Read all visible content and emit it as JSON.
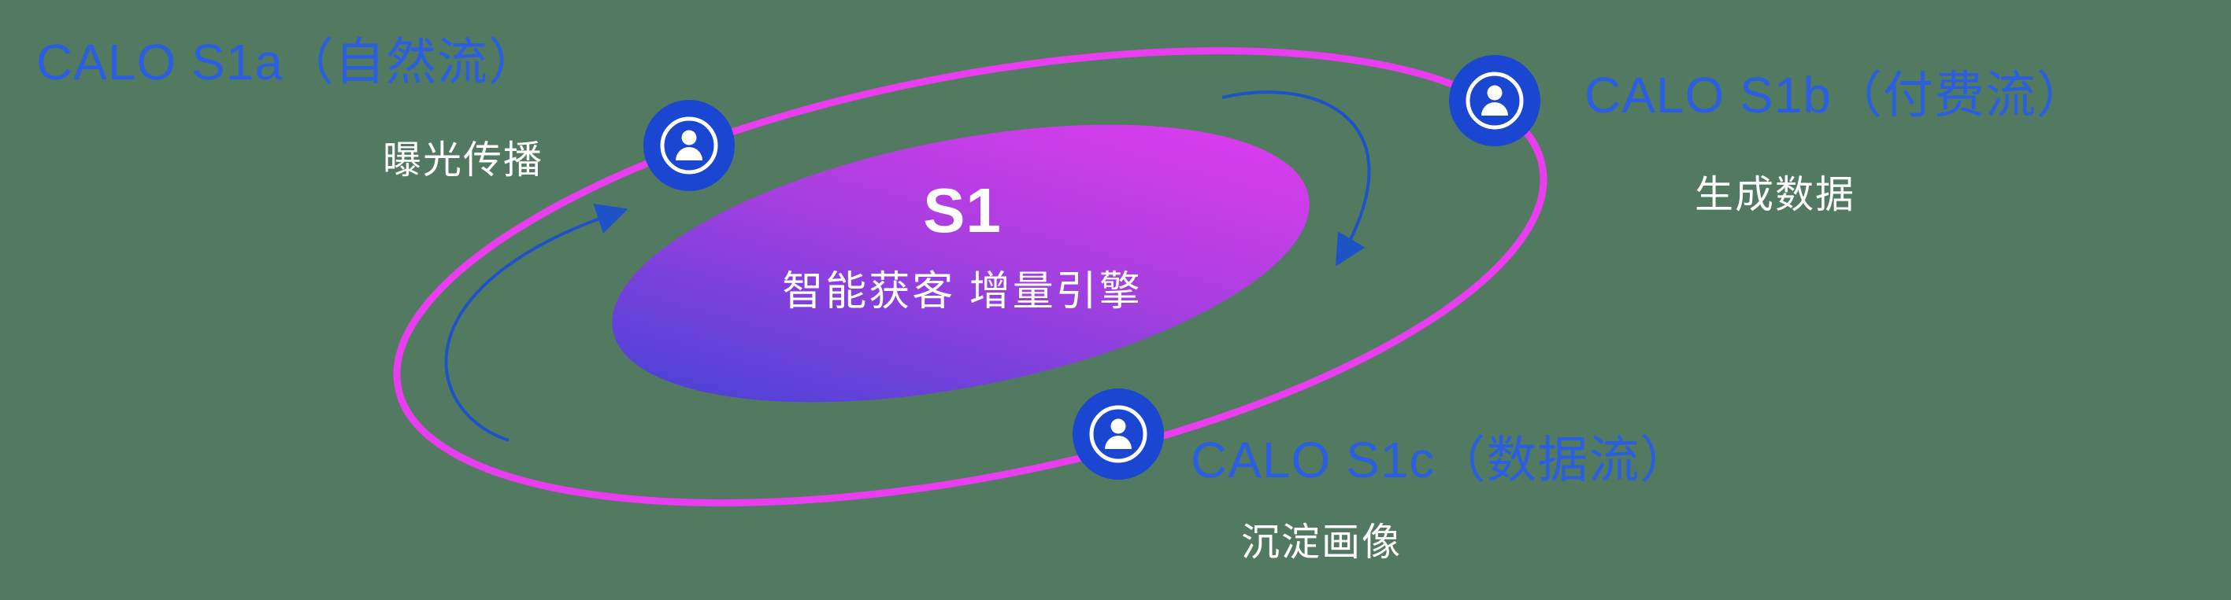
{
  "diagram": {
    "center": {
      "title": "S1",
      "subtitle": "智能获客  增量引擎"
    },
    "nodes": [
      {
        "id": "s1a",
        "label": "CALO S1a（自然流）",
        "sublabel": "曝光传播",
        "icon": "person-icon"
      },
      {
        "id": "s1b",
        "label": "CALO S1b（付费流）",
        "sublabel": "生成数据",
        "icon": "person-icon"
      },
      {
        "id": "s1c",
        "label": "CALO S1c（数据流）",
        "sublabel": "沉淀画像",
        "icon": "person-icon"
      }
    ],
    "colors": {
      "background": "#527a60",
      "ring": "#e93df0",
      "core_gradient_start": "#4143d6",
      "core_gradient_end": "#e33cf0",
      "node_fill": "#1a46d2",
      "label_blue": "#2b5fe0",
      "label_white": "#ffffff",
      "arrow": "#1e53c8"
    }
  }
}
